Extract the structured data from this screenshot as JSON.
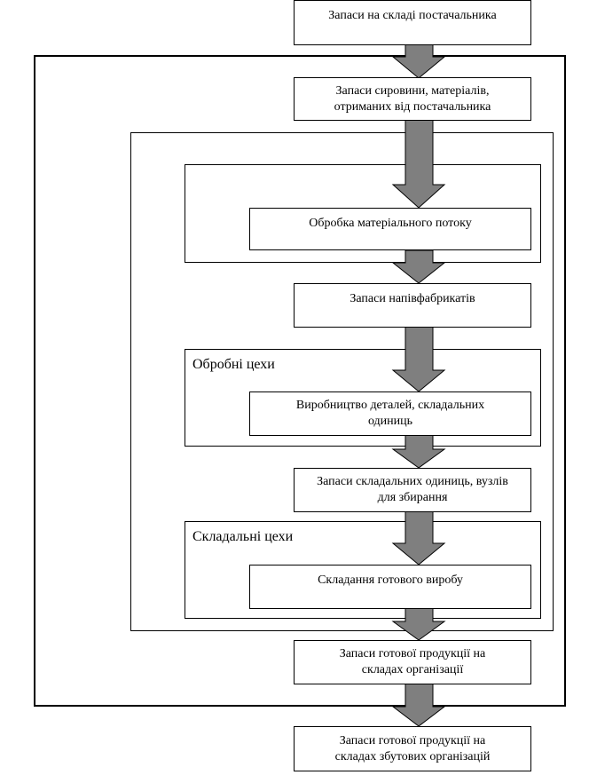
{
  "diagram": {
    "boxes": {
      "supplier_warehouse": "Запаси на складі постачальника",
      "raw_materials": "Запаси сировини, матеріалів, отриманих від постачальника",
      "material_flow_processing": "Обробка матеріального потоку",
      "semi_finished": "Запаси напівфабрикатів",
      "parts_production": "Виробництво деталей, складальних одиниць",
      "assembly_stock": "Запаси складальних одиниць, вузлів для збирання",
      "product_assembly": "Складання готового виробу",
      "finished_goods_org": "Запаси готової продукції на складах організації",
      "finished_goods_sales": "Запаси готової продукції на складах збутових організацій"
    },
    "groups": {
      "processing_shops": "Обробні цехи",
      "assembly_shops": "Складальні цехи"
    },
    "colors": {
      "arrow_fill": "#7f7f7f",
      "line": "#000000"
    }
  }
}
